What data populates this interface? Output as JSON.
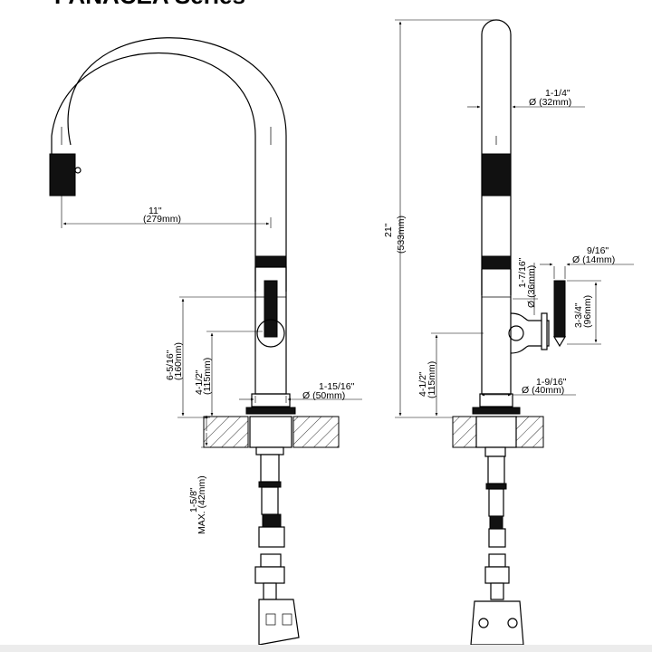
{
  "title": "PANACEA Series",
  "side_view": {
    "reach": {
      "inch": "11\"",
      "mm": "(279mm)"
    },
    "handle_height": {
      "inch": "6-5/16\"",
      "mm": "(160mm)"
    },
    "handle_to_deck": {
      "inch": "4-1/2\"",
      "mm": "(115mm)"
    },
    "base_diameter": {
      "inch": "1-15/16\"",
      "mm": "Ø (50mm)"
    },
    "max_deck": {
      "inch": "1-5/8\"",
      "mm": "MAX. (42mm)"
    }
  },
  "front_view": {
    "total_height": {
      "inch": "21\"",
      "mm": "(533mm)"
    },
    "spout_diameter": {
      "inch": "1-1/4\"",
      "mm": "Ø (32mm)"
    },
    "handle_diameter": {
      "inch": "9/16\"",
      "mm": "Ø (14mm)"
    },
    "body_diameter": {
      "inch": "1-7/16\"",
      "mm": "Ø (36mm)"
    },
    "handle_length": {
      "inch": "3-3/4\"",
      "mm": "(96mm)"
    },
    "handle_to_deck": {
      "inch": "4-1/2\"",
      "mm": "(115mm)"
    },
    "base_diameter": {
      "inch": "1-9/16\"",
      "mm": "Ø (40mm)"
    }
  }
}
